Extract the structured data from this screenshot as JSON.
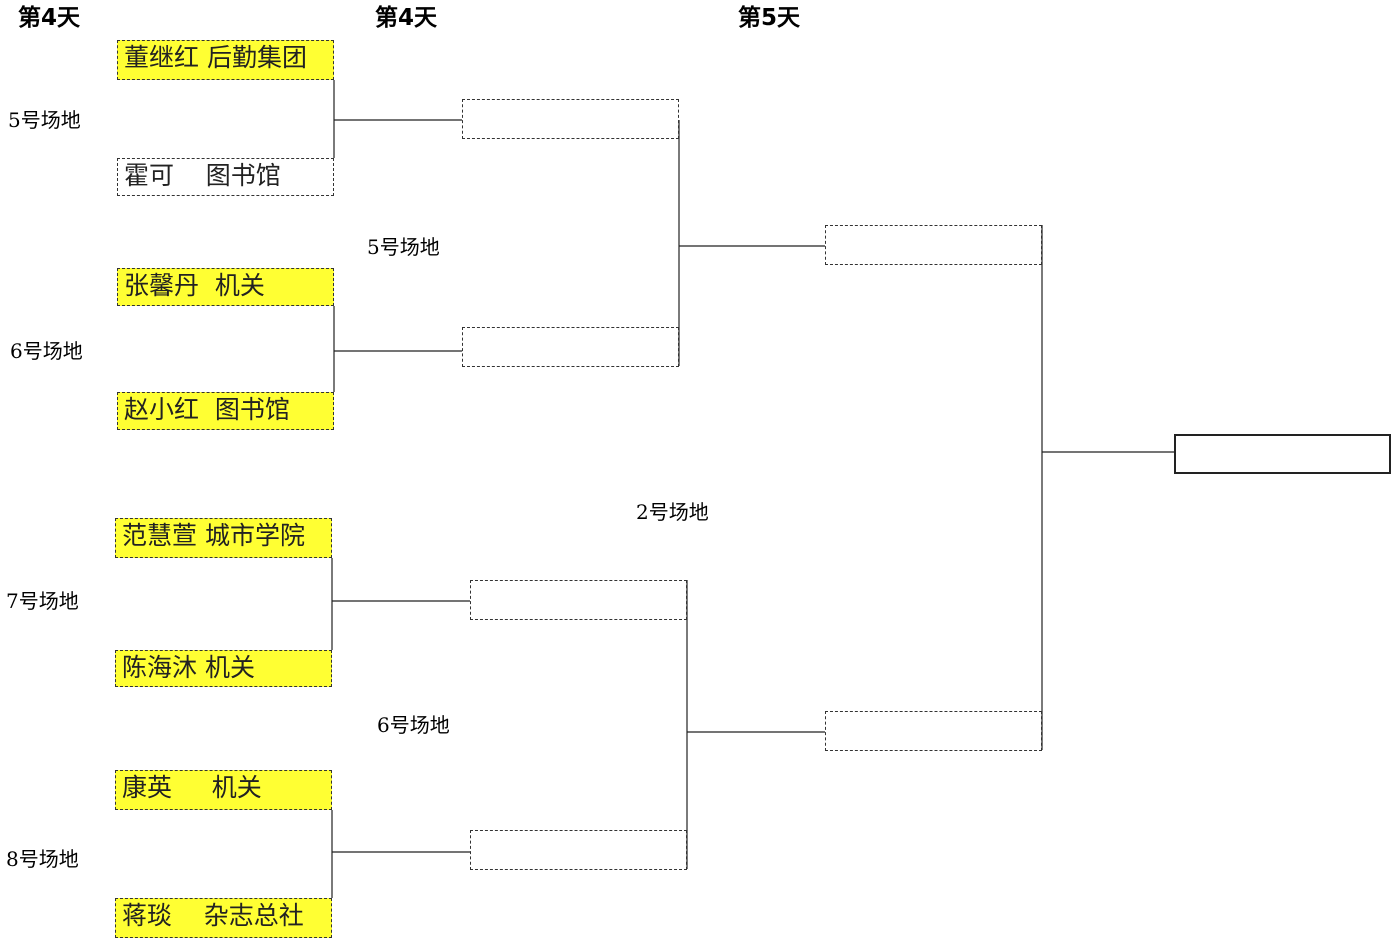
{
  "headers": [
    "第4天",
    "第4天",
    "第5天"
  ],
  "round1": {
    "venues": [
      "5号场地",
      "6号场地",
      "7号场地",
      "8号场地"
    ],
    "players": [
      "董继红 后勤集团",
      "霍可    图书馆",
      "张馨丹  机关",
      "赵小红  图书馆",
      "范慧萱 城市学院",
      "陈海沐 机关",
      "康英     机关",
      "蒋琰    杂志总社"
    ]
  },
  "round2": {
    "venues": [
      "5号场地",
      "6号场地"
    ]
  },
  "round3": {
    "venues": [
      "2号场地"
    ]
  }
}
